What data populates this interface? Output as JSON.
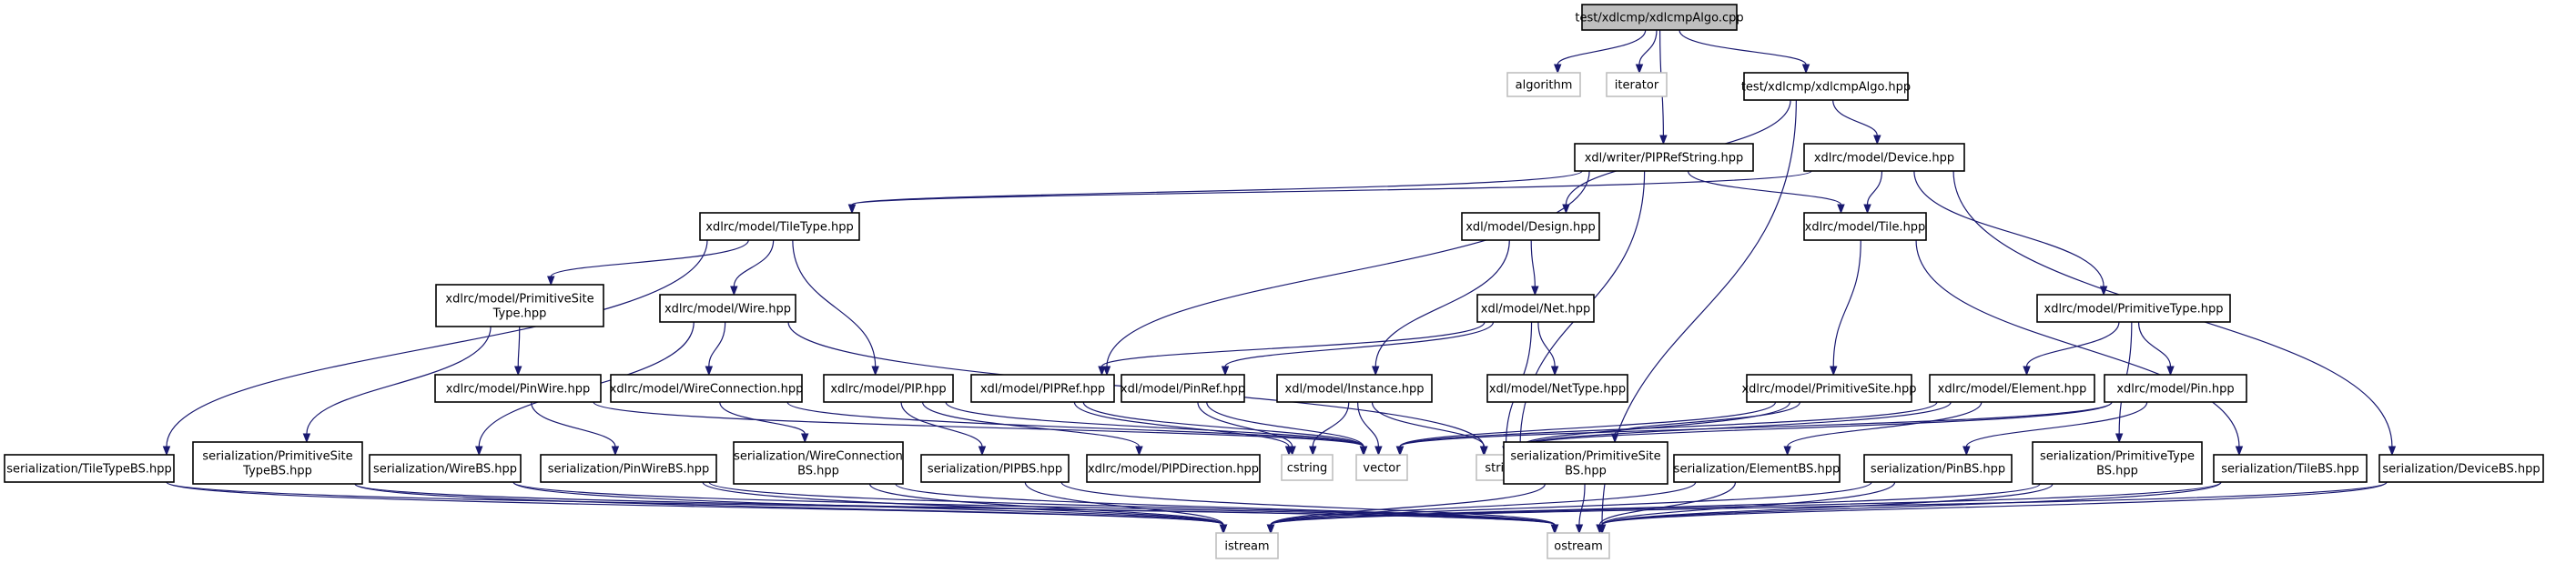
{
  "graph": {
    "nodes": [
      {
        "id": "root",
        "lines": [
          "test/xdlcmp/xdlcmpAlgo.cpp"
        ],
        "style": "root"
      },
      {
        "id": "algorithm",
        "lines": [
          "algorithm"
        ],
        "style": "external"
      },
      {
        "id": "iterator",
        "lines": [
          "iterator"
        ],
        "style": "external"
      },
      {
        "id": "algo_hpp",
        "lines": [
          "test/xdlcmp/xdlcmpAlgo.hpp"
        ],
        "style": "local"
      },
      {
        "id": "pipref_string",
        "lines": [
          "xdl/writer/PIPRefString.hpp"
        ],
        "style": "local"
      },
      {
        "id": "device",
        "lines": [
          "xdlrc/model/Device.hpp"
        ],
        "style": "local"
      },
      {
        "id": "tiletype",
        "lines": [
          "xdlrc/model/TileType.hpp"
        ],
        "style": "local"
      },
      {
        "id": "design",
        "lines": [
          "xdl/model/Design.hpp"
        ],
        "style": "local"
      },
      {
        "id": "tile",
        "lines": [
          "xdlrc/model/Tile.hpp"
        ],
        "style": "local"
      },
      {
        "id": "primsitetype",
        "lines": [
          "xdlrc/model/PrimitiveSite",
          "Type.hpp"
        ],
        "style": "local"
      },
      {
        "id": "wire",
        "lines": [
          "xdlrc/model/Wire.hpp"
        ],
        "style": "local"
      },
      {
        "id": "net",
        "lines": [
          "xdl/model/Net.hpp"
        ],
        "style": "local"
      },
      {
        "id": "primtype",
        "lines": [
          "xdlrc/model/PrimitiveType.hpp"
        ],
        "style": "local"
      },
      {
        "id": "pinwire",
        "lines": [
          "xdlrc/model/PinWire.hpp"
        ],
        "style": "local"
      },
      {
        "id": "wireconn",
        "lines": [
          "xdlrc/model/WireConnection.hpp"
        ],
        "style": "local"
      },
      {
        "id": "pip",
        "lines": [
          "xdlrc/model/PIP.hpp"
        ],
        "style": "local"
      },
      {
        "id": "pipref",
        "lines": [
          "xdl/model/PIPRef.hpp"
        ],
        "style": "local"
      },
      {
        "id": "pinref",
        "lines": [
          "xdl/model/PinRef.hpp"
        ],
        "style": "local"
      },
      {
        "id": "instance",
        "lines": [
          "xdl/model/Instance.hpp"
        ],
        "style": "local"
      },
      {
        "id": "nettype",
        "lines": [
          "xdl/model/NetType.hpp"
        ],
        "style": "local"
      },
      {
        "id": "primsite",
        "lines": [
          "xdlrc/model/PrimitiveSite.hpp"
        ],
        "style": "local"
      },
      {
        "id": "element",
        "lines": [
          "xdlrc/model/Element.hpp"
        ],
        "style": "local"
      },
      {
        "id": "pin",
        "lines": [
          "xdlrc/model/Pin.hpp"
        ],
        "style": "local"
      },
      {
        "id": "tiletypebs",
        "lines": [
          "serialization/TileTypeBS.hpp"
        ],
        "style": "local"
      },
      {
        "id": "primsitetypebs",
        "lines": [
          "serialization/PrimitiveSite",
          "TypeBS.hpp"
        ],
        "style": "local"
      },
      {
        "id": "wirebs",
        "lines": [
          "serialization/WireBS.hpp"
        ],
        "style": "local"
      },
      {
        "id": "pinwirebs",
        "lines": [
          "serialization/PinWireBS.hpp"
        ],
        "style": "local"
      },
      {
        "id": "wireconnbs",
        "lines": [
          "serialization/WireConnection",
          "BS.hpp"
        ],
        "style": "local"
      },
      {
        "id": "pipbs",
        "lines": [
          "serialization/PIPBS.hpp"
        ],
        "style": "local"
      },
      {
        "id": "pipdirection",
        "lines": [
          "xdlrc/model/PIPDirection.hpp"
        ],
        "style": "local"
      },
      {
        "id": "cstring",
        "lines": [
          "cstring"
        ],
        "style": "external"
      },
      {
        "id": "vector",
        "lines": [
          "vector"
        ],
        "style": "external"
      },
      {
        "id": "string",
        "lines": [
          "string"
        ],
        "style": "external"
      },
      {
        "id": "primsitebs",
        "lines": [
          "serialization/PrimitiveSite",
          "BS.hpp"
        ],
        "style": "local"
      },
      {
        "id": "elementbs",
        "lines": [
          "serialization/ElementBS.hpp"
        ],
        "style": "local"
      },
      {
        "id": "pinbs",
        "lines": [
          "serialization/PinBS.hpp"
        ],
        "style": "local"
      },
      {
        "id": "primtypebs",
        "lines": [
          "serialization/PrimitiveType",
          "BS.hpp"
        ],
        "style": "local"
      },
      {
        "id": "tilebs",
        "lines": [
          "serialization/TileBS.hpp"
        ],
        "style": "local"
      },
      {
        "id": "devicebs",
        "lines": [
          "serialization/DeviceBS.hpp"
        ],
        "style": "local"
      },
      {
        "id": "istream",
        "lines": [
          "istream"
        ],
        "style": "external"
      },
      {
        "id": "ostream",
        "lines": [
          "ostream"
        ],
        "style": "external"
      }
    ],
    "edges": [
      [
        "root",
        "algorithm"
      ],
      [
        "root",
        "iterator"
      ],
      [
        "root",
        "algo_hpp"
      ],
      [
        "root",
        "pipref_string"
      ],
      [
        "algo_hpp",
        "device"
      ],
      [
        "algo_hpp",
        "design"
      ],
      [
        "algo_hpp",
        "ostream"
      ],
      [
        "pipref_string",
        "tiletype"
      ],
      [
        "pipref_string",
        "tile"
      ],
      [
        "pipref_string",
        "pipref"
      ],
      [
        "pipref_string",
        "string"
      ],
      [
        "device",
        "tiletype"
      ],
      [
        "device",
        "tile"
      ],
      [
        "device",
        "primtype"
      ],
      [
        "device",
        "devicebs"
      ],
      [
        "tiletype",
        "primsitetype"
      ],
      [
        "tiletype",
        "wire"
      ],
      [
        "tiletype",
        "pip"
      ],
      [
        "tiletype",
        "tiletypebs"
      ],
      [
        "design",
        "net"
      ],
      [
        "design",
        "instance"
      ],
      [
        "tile",
        "primsite"
      ],
      [
        "tile",
        "tilebs"
      ],
      [
        "primsitetype",
        "pinwire"
      ],
      [
        "primsitetype",
        "primsitetypebs"
      ],
      [
        "wire",
        "wireconn"
      ],
      [
        "wire",
        "wirebs"
      ],
      [
        "wire",
        "string"
      ],
      [
        "net",
        "pipref"
      ],
      [
        "net",
        "pinref"
      ],
      [
        "net",
        "nettype"
      ],
      [
        "net",
        "string"
      ],
      [
        "primtype",
        "element"
      ],
      [
        "primtype",
        "pin"
      ],
      [
        "primtype",
        "primtypebs"
      ],
      [
        "pinwire",
        "pinwirebs"
      ],
      [
        "pinwire",
        "vector"
      ],
      [
        "wireconn",
        "wireconnbs"
      ],
      [
        "wireconn",
        "vector"
      ],
      [
        "pip",
        "pipbs"
      ],
      [
        "pip",
        "pipdirection"
      ],
      [
        "pip",
        "vector"
      ],
      [
        "pipref",
        "cstring"
      ],
      [
        "pipref",
        "vector"
      ],
      [
        "pinref",
        "cstring"
      ],
      [
        "pinref",
        "vector"
      ],
      [
        "instance",
        "cstring"
      ],
      [
        "instance",
        "vector"
      ],
      [
        "instance",
        "string"
      ],
      [
        "primsite",
        "primsitebs"
      ],
      [
        "primsite",
        "vector"
      ],
      [
        "primsite",
        "string"
      ],
      [
        "element",
        "elementbs"
      ],
      [
        "element",
        "vector"
      ],
      [
        "element",
        "string"
      ],
      [
        "pin",
        "pinbs"
      ],
      [
        "pin",
        "vector"
      ],
      [
        "pin",
        "string"
      ],
      [
        "tiletypebs",
        "istream"
      ],
      [
        "tiletypebs",
        "ostream"
      ],
      [
        "primsitetypebs",
        "istream"
      ],
      [
        "primsitetypebs",
        "ostream"
      ],
      [
        "wirebs",
        "istream"
      ],
      [
        "wirebs",
        "ostream"
      ],
      [
        "pinwirebs",
        "istream"
      ],
      [
        "pinwirebs",
        "ostream"
      ],
      [
        "wireconnbs",
        "istream"
      ],
      [
        "wireconnbs",
        "ostream"
      ],
      [
        "pipbs",
        "istream"
      ],
      [
        "pipbs",
        "ostream"
      ],
      [
        "primsitebs",
        "istream"
      ],
      [
        "primsitebs",
        "ostream"
      ],
      [
        "elementbs",
        "istream"
      ],
      [
        "elementbs",
        "ostream"
      ],
      [
        "pinbs",
        "istream"
      ],
      [
        "pinbs",
        "ostream"
      ],
      [
        "primtypebs",
        "istream"
      ],
      [
        "primtypebs",
        "ostream"
      ],
      [
        "tilebs",
        "istream"
      ],
      [
        "tilebs",
        "ostream"
      ],
      [
        "devicebs",
        "istream"
      ],
      [
        "devicebs",
        "ostream"
      ]
    ]
  },
  "colors": {
    "edge": "#191970",
    "node_border": "#000000",
    "external_border": "#bfbfbf",
    "external_text": "#000000",
    "root_fill": "#bfbfbf",
    "fill": "#ffffff"
  }
}
